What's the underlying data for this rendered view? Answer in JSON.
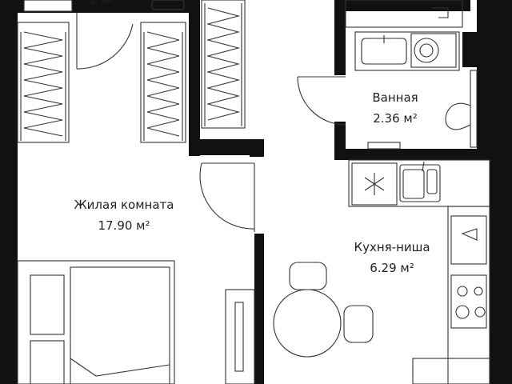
{
  "colors": {
    "wall": "#111111",
    "line": "#333333",
    "fixture": "#444444",
    "background": "#ffffff"
  },
  "rooms": [
    {
      "key": "bathroom",
      "name": "Ванная",
      "area": "2.36 м²"
    },
    {
      "key": "living",
      "name": "Жилая комната",
      "area": "17.90 м²"
    },
    {
      "key": "kitchen",
      "name": "Кухня-ниша",
      "area": "6.29 м²"
    }
  ]
}
